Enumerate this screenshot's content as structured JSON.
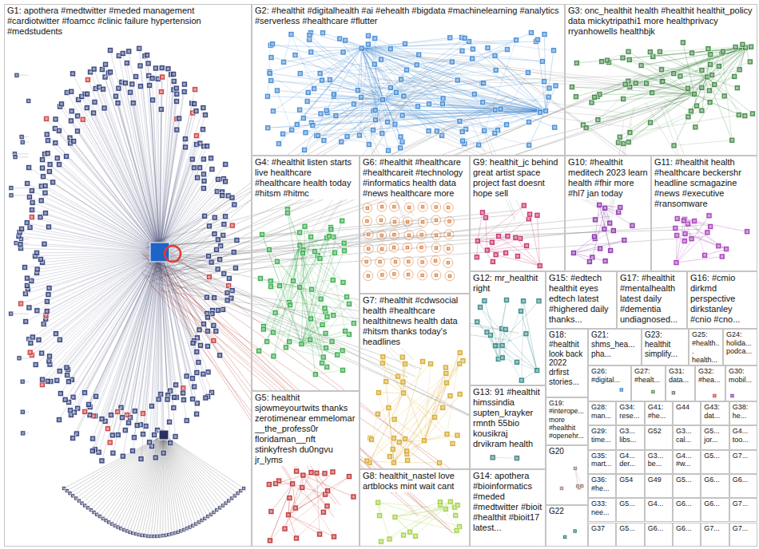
{
  "diagram": {
    "nodes": [
      {
        "text": [
          "G1: apothera #medtwitter #meded management #cardiotwitter #foamcc #clinic failure hypertension #medstudents"
        ]
      },
      {
        "text": [
          "G2: #healthit #digitalhealth #ai #ehealth #bigdata #machinelearning #analytics #serverless #healthcare #flutter"
        ]
      },
      {
        "text": [
          "G3: onc_healthit health #healthit healthit_policy data mickytripathi1 more healthprivacy rryanhowells healthbjk"
        ]
      },
      {
        "text": [
          "G4: #healthit listen starts live healthcare #healthcare health today #hitsm #hitmc"
        ]
      },
      {
        "text": [
          "G6: #healthit #healthcare #healthcareit #technology #informatics health data #news healthcare more"
        ]
      },
      {
        "text": [
          "G9: healthit_jc behind great artist space project fast doesnt hope sell"
        ]
      },
      {
        "text": [
          "G10: #healthit meditech 2023 learn health #fhir more #hl7 jan today"
        ]
      },
      {
        "text": [
          "G11: #healthit health #healthcare beckershr headline scmagazine #news #executive #ransomware"
        ]
      },
      {
        "text": [
          "G7: #healthit #cdwsocial health #healthcare healthitnews health data #hitsm thanks today's headlines"
        ]
      },
      {
        "text": [
          "G12: mr_healthit right"
        ]
      },
      {
        "text": [
          "G15: #edtech healthit eyes edtech latest #highered daily thanks..."
        ]
      },
      {
        "text": [
          "G17: #healthit #mentalhealth latest daily #dementia undiagnosed..."
        ]
      },
      {
        "text": [
          "G16: #cmio dirkmd perspective dirkstanley #cnio #cno..."
        ]
      },
      {
        "text": [
          "G18: #healthit look back 2022 drfirst stories..."
        ]
      },
      {
        "text": [
          "G21: shms_hea... pha..."
        ]
      },
      {
        "text": [
          "G23: healthit simplify..."
        ]
      },
      {
        "text": [
          "G25: #health... health..."
        ]
      },
      {
        "text": [
          "G24: holida... podca..."
        ]
      },
      {
        "text": [
          "G26: #digital..."
        ]
      },
      {
        "text": [
          "G27: #healt..."
        ]
      },
      {
        "text": [
          "G31: data..."
        ]
      },
      {
        "text": [
          "G32: #hea..."
        ]
      },
      {
        "text": [
          "G30: mobil..."
        ]
      },
      {
        "text": [
          "G13: 91 #healthit himssindia supten_krayker rmnth 55bio kousikraj drvikram health"
        ]
      },
      {
        "text": [
          "G19: #interope... more #healthit #openehr..."
        ]
      },
      {
        "text": [
          "G5: healthit sjowmeyourtwits thanks zerotimenear emmelomar __the_profess0r floridaman__nft stinkyfresh du0ngvu jr_lyms"
        ]
      },
      {
        "text": [
          "G8: healthit_nastel love artblocks mint wait cant"
        ]
      },
      {
        "text": [
          "G14: apothera #bioinformatics #meded #medtwitter #bioit #healthit #bioit17 latest..."
        ]
      },
      {
        "text": [
          "G20"
        ]
      },
      {
        "text": [
          "G22"
        ]
      },
      {
        "text": [
          "G28: man..."
        ]
      },
      {
        "text": [
          "G34: rese..."
        ]
      },
      {
        "text": [
          "G41: #he..."
        ]
      },
      {
        "text": [
          "G44"
        ]
      },
      {
        "text": [
          "G43: dat..."
        ]
      },
      {
        "text": [
          "G38: he..."
        ]
      },
      {
        "text": [
          "G29: time..."
        ]
      },
      {
        "text": [
          "G3... libs..."
        ]
      },
      {
        "text": [
          "G52"
        ]
      },
      {
        "text": [
          "G3... cal..."
        ]
      },
      {
        "text": [
          "G5... jor..."
        ]
      },
      {
        "text": [
          "G4... too..."
        ]
      },
      {
        "text": [
          "G35: mart..."
        ]
      },
      {
        "text": [
          "G4... der..."
        ]
      },
      {
        "text": [
          "G3... be..."
        ]
      },
      {
        "text": [
          "G4... #w..."
        ]
      },
      {
        "text": [
          "G5..."
        ]
      },
      {
        "text": [
          "G7..."
        ]
      },
      {
        "text": [
          "G36: #he..."
        ]
      },
      {
        "text": [
          "G54"
        ]
      },
      {
        "text": [
          "G49"
        ]
      },
      {
        "text": [
          "G5..."
        ]
      },
      {
        "text": [
          "G6..."
        ]
      },
      {
        "text": [
          "G6..."
        ]
      },
      {
        "text": [
          "G33: nee..."
        ]
      },
      {
        "text": [
          "G5..."
        ]
      },
      {
        "text": [
          "G4..."
        ]
      },
      {
        "text": [
          "G6..."
        ]
      },
      {
        "text": [
          "G6..."
        ]
      },
      {
        "text": [
          "G7..."
        ]
      },
      {
        "text": [
          "G37"
        ]
      },
      {
        "text": [
          "G5..."
        ]
      },
      {
        "text": [
          "G6..."
        ]
      },
      {
        "text": [
          "G6..."
        ]
      },
      {
        "text": [
          "G7..."
        ]
      },
      {
        "text": [
          "G7..."
        ]
      }
    ]
  }
}
